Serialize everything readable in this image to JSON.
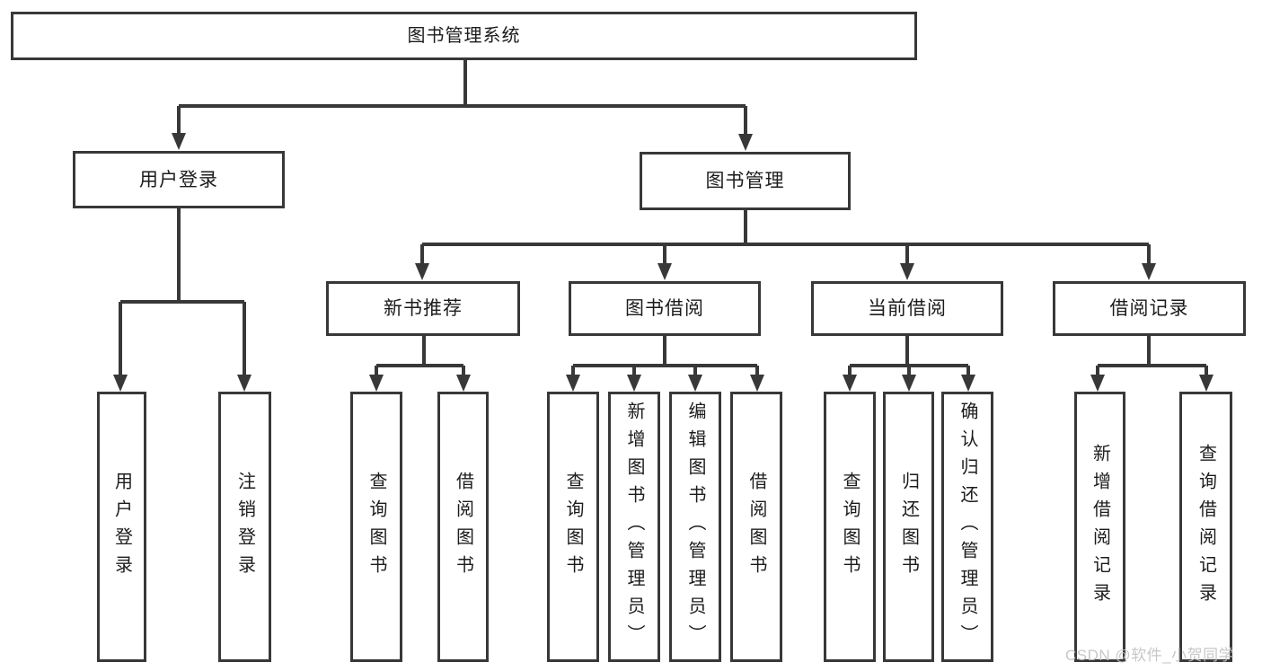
{
  "root": {
    "label": "图书管理系统"
  },
  "level2": {
    "user_login": {
      "label": "用户登录"
    },
    "book_management": {
      "label": "图书管理"
    }
  },
  "level3": {
    "new_book_recommend": {
      "label": "新书推荐"
    },
    "book_borrowing": {
      "label": "图书借阅"
    },
    "current_borrowing": {
      "label": "当前借阅"
    },
    "borrowing_records": {
      "label": "借阅记录"
    }
  },
  "leaves": {
    "user_login": [
      "用户登录",
      "注销登录"
    ],
    "new_book_recommend": [
      "查询图书",
      "借阅图书"
    ],
    "book_borrowing": [
      "查询图书",
      "新增图书（管理员）",
      "编辑图书（管理员）",
      "借阅图书"
    ],
    "current_borrowing": [
      "查询图书",
      "归还图书",
      "确认归还（管理员）"
    ],
    "borrowing_records": [
      "新增借阅记录",
      "查询借阅记录"
    ]
  },
  "watermark": {
    "text": "CSDN @软件_小贺同学"
  },
  "colors": {
    "line": "#383838",
    "border": "#383838",
    "text": "#1c1c1c",
    "watermark": "#c3c3c3",
    "background": "#ffffff"
  }
}
